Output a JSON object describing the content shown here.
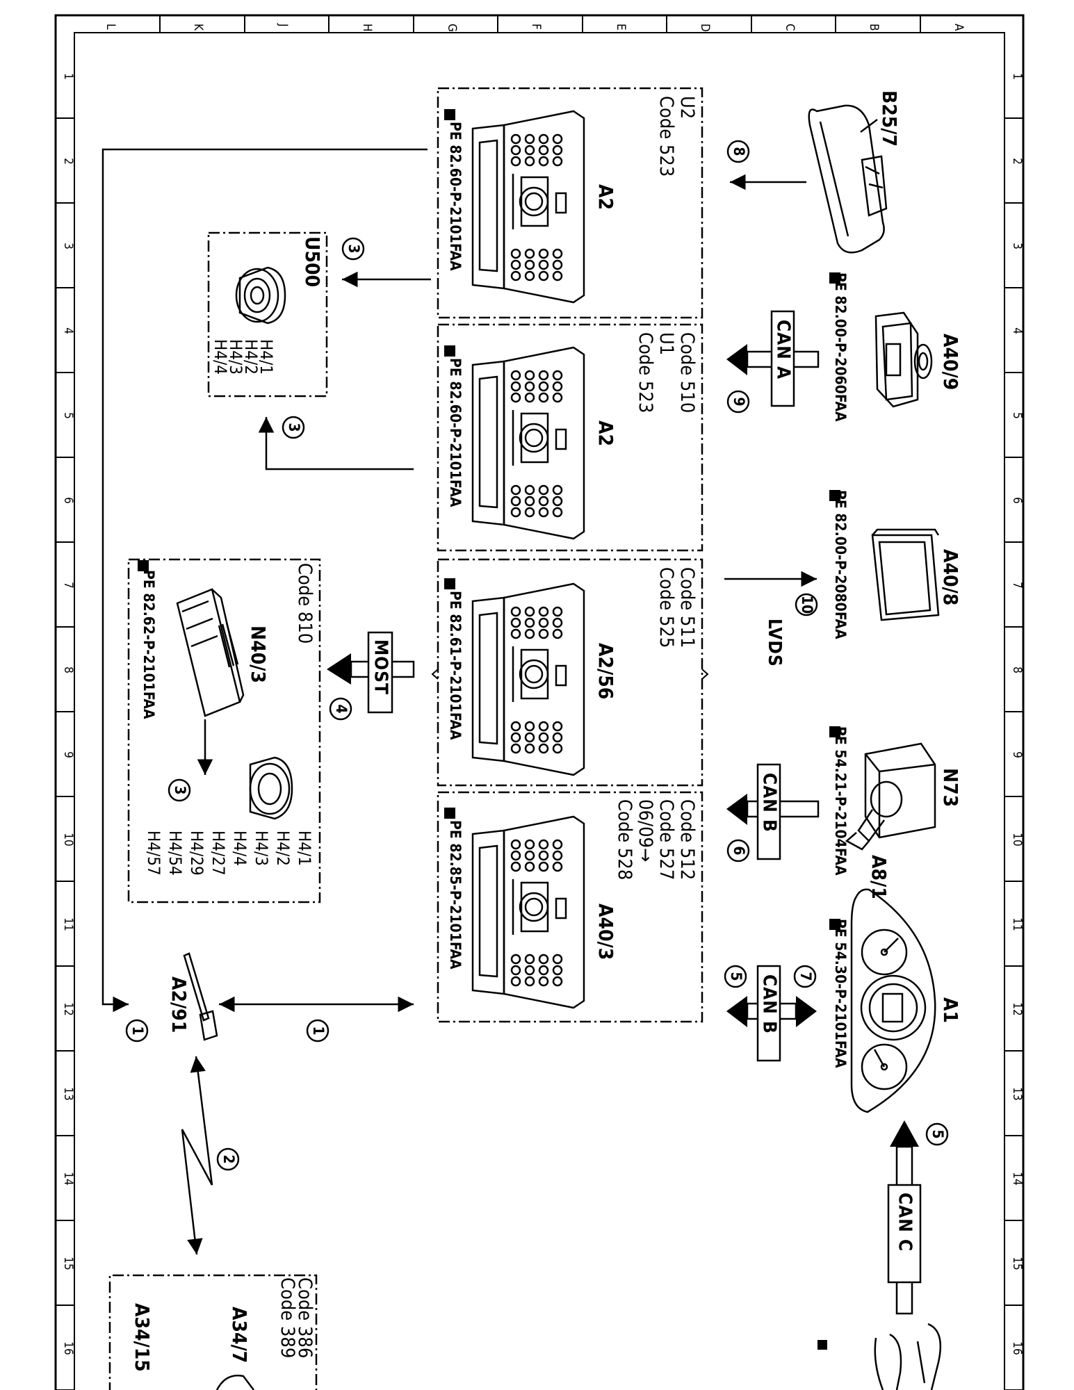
{
  "grid": {
    "letters": [
      "L",
      "K",
      "J",
      "H",
      "G",
      "F",
      "E",
      "D",
      "C",
      "B",
      "A"
    ],
    "numbers": [
      "1",
      "2",
      "3",
      "4",
      "5",
      "6",
      "7",
      "8",
      "9",
      "10",
      "11",
      "12",
      "13",
      "14",
      "15",
      "16"
    ]
  },
  "components": {
    "b25_7": {
      "label": "B25/7"
    },
    "a40_9": {
      "label": "A40/9",
      "ref": "PE 82.00-P-2060FAA"
    },
    "a40_8": {
      "label": "A40/8",
      "ref": "PE 82.00-P-2080FAA"
    },
    "n73": {
      "label": "N73",
      "ref": "PE 54.21-P-2104FAA"
    },
    "a8_1": {
      "label": "A8/1"
    },
    "a1": {
      "label": "A1",
      "ref": "PE 54.30-P-2101FAA"
    },
    "u2_box": {
      "variant": "U2",
      "code": "Code 523",
      "unit": "A2",
      "ref": "PE 82.60-P-2101FAA"
    },
    "u1_box": {
      "code_top": "Code 510",
      "variant": "U1",
      "code": "Code 523",
      "unit": "A2",
      "ref": "PE 82.60-P-2101FAA"
    },
    "a2_56_box": {
      "code1": "Code 511",
      "code2": "Code 525",
      "unit": "A2/56",
      "ref": "PE 82.61-P-2101FAA"
    },
    "a40_3_box": {
      "code1": "Code 512",
      "code2": "Code 527",
      "date": "06/09→",
      "code3": "Code 528",
      "unit": "A40/3",
      "ref": "PE 82.85-P-2101FAA"
    },
    "u500_box": {
      "label": "U500",
      "pins": [
        "H4/1",
        "H4/2",
        "H4/3",
        "H4/4"
      ]
    },
    "n40_3_box": {
      "code": "Code 810",
      "label": "N40/3",
      "ref": "PE 82.62-P-2101FAA",
      "pins": [
        "H4/1",
        "H4/2",
        "H4/3",
        "H4/4",
        "H4/27",
        "H4/29",
        "H4/54",
        "H4/57"
      ]
    },
    "a2_91": {
      "label": "A2/91"
    },
    "a34_box": {
      "code1": "Code 386",
      "code2": "Code 389",
      "label1": "A34/7",
      "label2": "A34/15"
    }
  },
  "buses": {
    "can_a": "CAN A",
    "lvds": "LVDS",
    "most": "MOST",
    "can_b_1": "CAN B",
    "can_b_2": "CAN B",
    "can_c": "CAN C"
  },
  "markers": {
    "m1a": "1",
    "m1b": "1",
    "m2": "2",
    "m3a": "3",
    "m3b": "3",
    "m3c": "3",
    "m4": "4",
    "m5a": "5",
    "m5b": "5",
    "m6": "6",
    "m7": "7",
    "m8": "8",
    "m9": "9",
    "m10": "10"
  }
}
